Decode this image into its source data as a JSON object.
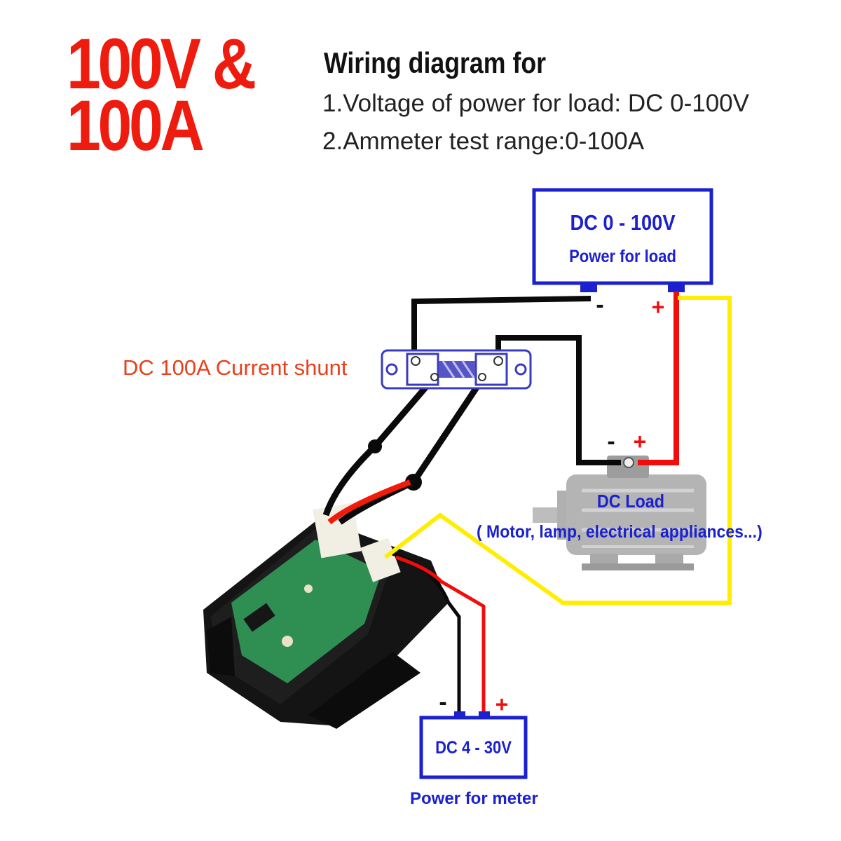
{
  "title": {
    "line1": "100V &",
    "line2": "100A"
  },
  "heading": "Wiring diagram for",
  "specs": [
    "1.Voltage of power for load: DC 0-100V",
    "2.Ammeter test range:0-100A"
  ],
  "load_supply": {
    "line1": "DC 0 - 100V",
    "line2": "Power for load"
  },
  "shunt": {
    "label": "DC 100A Current shunt"
  },
  "load": {
    "title": "DC Load",
    "description": "( Motor, lamp, electrical appliances...)"
  },
  "meter_supply": {
    "box_label": "DC 4 - 30V",
    "caption": "Power for meter"
  },
  "polarity": {
    "minus": "-",
    "plus": "+"
  },
  "colors": {
    "title_red": "#ee1c0e",
    "box_blue": "#1b21cf",
    "wire_black": "#0a0a0a",
    "wire_red": "#f20d0d",
    "wire_yellow": "#ffee00",
    "shunt_label": "#e8401c"
  }
}
